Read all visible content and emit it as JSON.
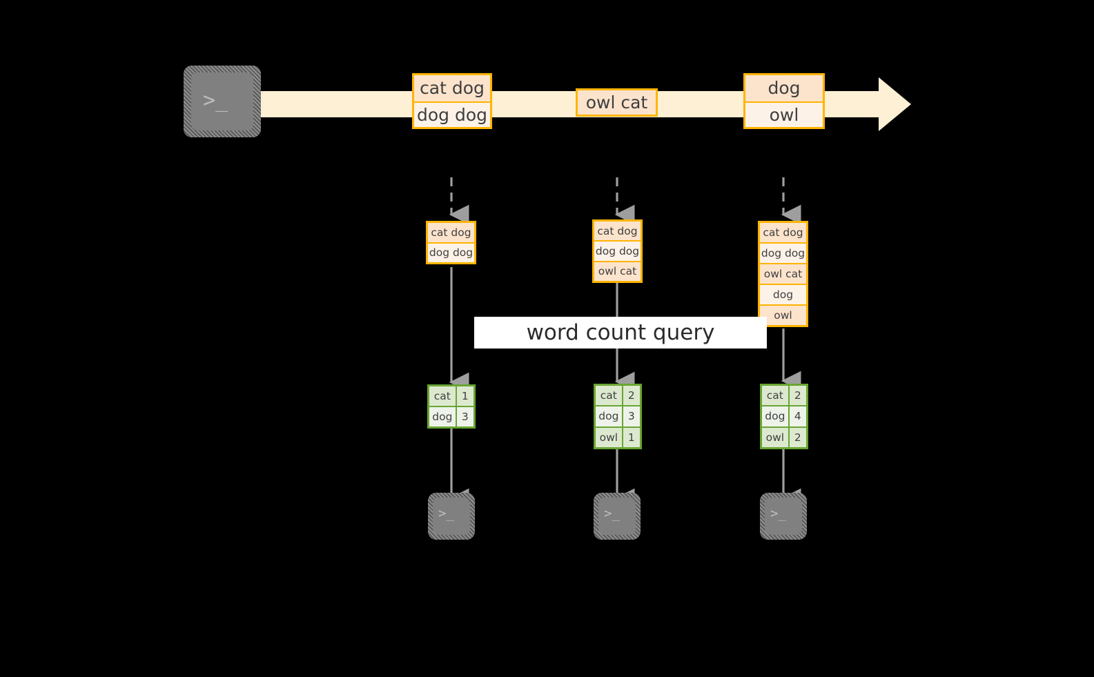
{
  "diagram": {
    "title_label": "word count query",
    "colors": {
      "background": "#000000",
      "stream_fill": "#fdf0d5",
      "box_border": "#ffb400",
      "box_fill_dark": "#fce3cc",
      "box_fill_light": "#fdf2e8",
      "table_border": "#68a532",
      "table_fill_dark": "#dde9cf",
      "table_fill_light": "#eef3e9",
      "connector": "#9e9e9e",
      "terminal_body": "#808080",
      "terminal_glyph": "#bdbdbd",
      "label_background": "#ffffff"
    },
    "icons": {
      "source_terminal": "terminal-icon",
      "sink_terminal": "terminal-icon",
      "prompt_glyph": ">_",
      "stream_arrow": "right-arrow-icon",
      "flow_arrow": "down-arrow-icon"
    }
  },
  "stream": {
    "source_label": ">_",
    "events": [
      {
        "id": "e1",
        "lines": [
          "cat dog",
          "dog dog"
        ]
      },
      {
        "id": "e2",
        "lines": [
          "owl cat"
        ]
      },
      {
        "id": "e3",
        "lines": [
          "dog",
          "owl"
        ]
      }
    ]
  },
  "snapshots": [
    {
      "id": "t1",
      "buffer": [
        "cat dog",
        "dog dog"
      ],
      "result": {
        "rows": [
          {
            "word": "cat",
            "count": "1"
          },
          {
            "word": "dog",
            "count": "3"
          }
        ]
      },
      "sink_label": ">_"
    },
    {
      "id": "t2",
      "buffer": [
        "cat dog",
        "dog dog",
        "owl cat"
      ],
      "result": {
        "rows": [
          {
            "word": "cat",
            "count": "2"
          },
          {
            "word": "dog",
            "count": "3"
          },
          {
            "word": "owl",
            "count": "1"
          }
        ]
      },
      "sink_label": ">_"
    },
    {
      "id": "t3",
      "buffer": [
        "cat dog",
        "dog dog",
        "owl cat",
        "dog",
        "owl"
      ],
      "result": {
        "rows": [
          {
            "word": "cat",
            "count": "2"
          },
          {
            "word": "dog",
            "count": "4"
          },
          {
            "word": "owl",
            "count": "2"
          }
        ]
      },
      "sink_label": ">_"
    }
  ]
}
